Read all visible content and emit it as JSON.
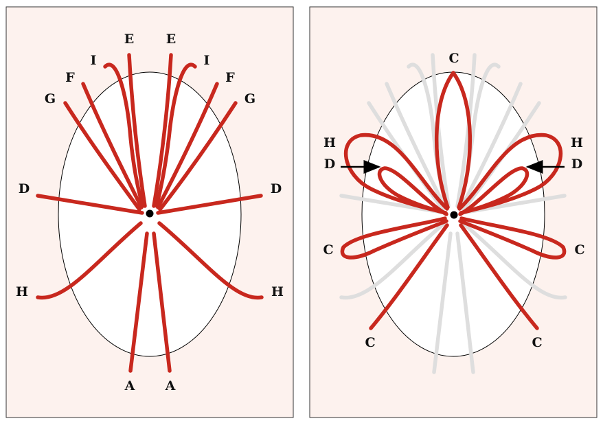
{
  "colors": {
    "panel_bg": "#fdf2ee",
    "panel_border": "#333333",
    "oval_fill": "#ffffff",
    "strand": "#c8281e",
    "ghost": "#dedede",
    "center_dot": "#000000"
  },
  "left_panel": {
    "labels": {
      "e_left": "E",
      "e_right": "E",
      "i_left": "I",
      "i_right": "I",
      "f_left": "F",
      "f_right": "F",
      "g_left": "G",
      "g_right": "G",
      "d_left": "D",
      "d_right": "D",
      "h_left": "H",
      "h_right": "H",
      "a_left": "A",
      "a_right": "A"
    }
  },
  "right_panel": {
    "labels": {
      "c_top": "C",
      "h_left": "H",
      "h_right": "H",
      "d_left": "D",
      "d_right": "D",
      "c_mid_left": "C",
      "c_mid_right": "C",
      "c_bottom_left": "C",
      "c_bottom_right": "C"
    }
  }
}
